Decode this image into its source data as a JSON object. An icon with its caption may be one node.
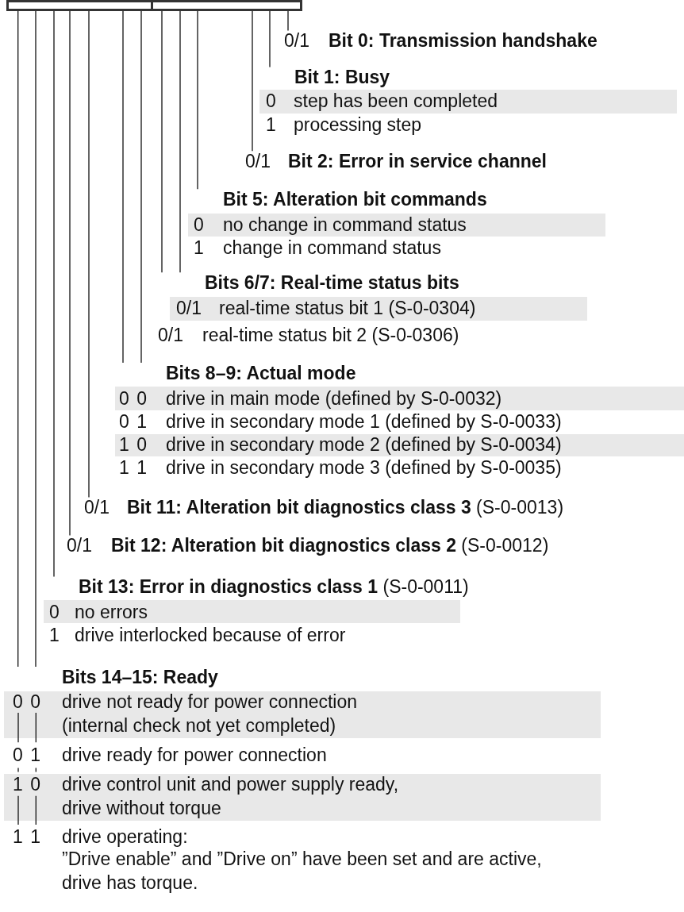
{
  "diagram": {
    "nodes": [
      {
        "text": [],
        "shape": "box"
      },
      {
        "text": [],
        "shape": "box"
      },
      {
        "text": [
          "0/1",
          "Bit 0: Transmission handshake"
        ]
      },
      {
        "text": [
          "Bit 1: Busy",
          "0",
          "step has been completed",
          "1",
          "processing step"
        ]
      },
      {
        "text": [
          "0/1",
          "Bit 2: Error in service channel"
        ]
      },
      {
        "text": [
          "Bit 5: Alteration bit commands",
          "0",
          "no change in command status",
          "1",
          "change in command status"
        ]
      },
      {
        "text": [
          "Bits 6/7: Real-time status bits",
          "0/1",
          "real-time status bit 1 (S-0-0304)",
          "0/1",
          "real-time status bit 2 (S-0-0306)"
        ]
      },
      {
        "text": [
          "Bits 8–9: Actual mode",
          "0 0",
          "drive in main mode (defined by S-0-0032)",
          "0 1",
          "drive in secondary mode 1 (defined by S-0-0033)",
          "1 0",
          "drive in secondary mode 2 (defined by S-0-0034)",
          "1 1",
          "drive in secondary mode 3 (defined by S-0-0035)"
        ]
      },
      {
        "text": [
          "0/1",
          "**Bit 11: Alteration bit diagnostics class 3** (S-0-0013)"
        ]
      },
      {
        "text": [
          "0/1",
          "**Bit 12: Alteration bit diagnostics class 2** (S-0-0012)"
        ]
      },
      {
        "text": [
          "**Bit 13: Error in diagnostics class 1** (S-0-0011)",
          "0",
          "no errors",
          "1",
          "drive interlocked because of error"
        ]
      },
      {
        "text": [
          "Bits 14–15: Ready",
          "0 0",
          "drive not ready for power connection (internal check not yet completed)",
          "0 1",
          "drive ready for power connection",
          "1 0",
          "drive control unit and power supply ready, drive without torque",
          "1 1",
          "drive operating:",
          "”Drive enable” and ”Drive on” have been set and are active, drive has torque."
        ]
      }
    ],
    "edges": [
      {
        "from": 1,
        "to": 2,
        "arrow": "none"
      },
      {
        "from": 1,
        "to": 3,
        "arrow": "none"
      },
      {
        "from": 1,
        "to": 4,
        "arrow": "none"
      },
      {
        "from": 1,
        "to": 5,
        "arrow": "none"
      },
      {
        "from": 1,
        "to": 6,
        "arrow": "none"
      },
      {
        "from": 1,
        "to": 6,
        "arrow": "none"
      },
      {
        "from": 0,
        "to": 7,
        "arrow": "none"
      },
      {
        "from": 0,
        "to": 7,
        "arrow": "none"
      },
      {
        "from": 0,
        "to": 8,
        "arrow": "none"
      },
      {
        "from": 0,
        "to": 9,
        "arrow": "none"
      },
      {
        "from": 0,
        "to": 10,
        "arrow": "none"
      },
      {
        "from": 0,
        "to": 11,
        "arrow": "none"
      },
      {
        "from": 0,
        "to": 11,
        "arrow": "none"
      }
    ]
  }
}
